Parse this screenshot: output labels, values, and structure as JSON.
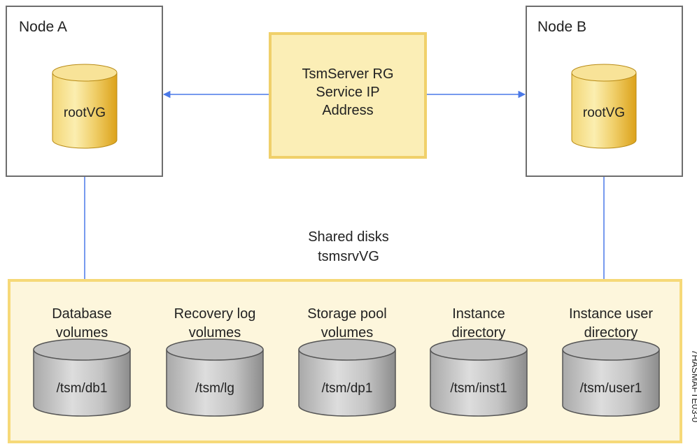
{
  "colors": {
    "node_border": "#6e6e6e",
    "node_fill": "#ffffff",
    "rg_fill": "#fbeeb6",
    "rg_border": "#f0d06a",
    "shared_fill": "#fdf6dc",
    "shared_border": "#f6d978",
    "connector": "#4a78e8",
    "line": "#4a78e8"
  },
  "nodes": {
    "a": {
      "title": "Node A",
      "disk_label": "rootVG",
      "disk_icon": "yellow-cylinder-icon"
    },
    "b": {
      "title": "Node B",
      "disk_label": "rootVG",
      "disk_icon": "yellow-cylinder-icon"
    }
  },
  "service_ip": {
    "lines": [
      "TsmServer RG",
      "Service IP",
      "Address"
    ]
  },
  "shared": {
    "caption_lines": [
      "Shared disks",
      "tsmsrvVG"
    ],
    "disks": [
      {
        "heading": [
          "Database",
          "volumes"
        ],
        "label": "/tsm/db1",
        "icon": "gray-cylinder-icon"
      },
      {
        "heading": [
          "Recovery log",
          "volumes"
        ],
        "label": "/tsm/lg",
        "icon": "gray-cylinder-icon"
      },
      {
        "heading": [
          "Storage pool",
          "volumes"
        ],
        "label": "/tsm/dp1",
        "icon": "gray-cylinder-icon"
      },
      {
        "heading": [
          "Instance",
          "directory"
        ],
        "label": "/tsm/inst1",
        "icon": "gray-cylinder-icon"
      },
      {
        "heading": [
          "Instance user",
          "directory"
        ],
        "label": "/tsm/user1",
        "icon": "gray-cylinder-icon"
      }
    ]
  },
  "figure_id": "7HASMAFTE03-0"
}
